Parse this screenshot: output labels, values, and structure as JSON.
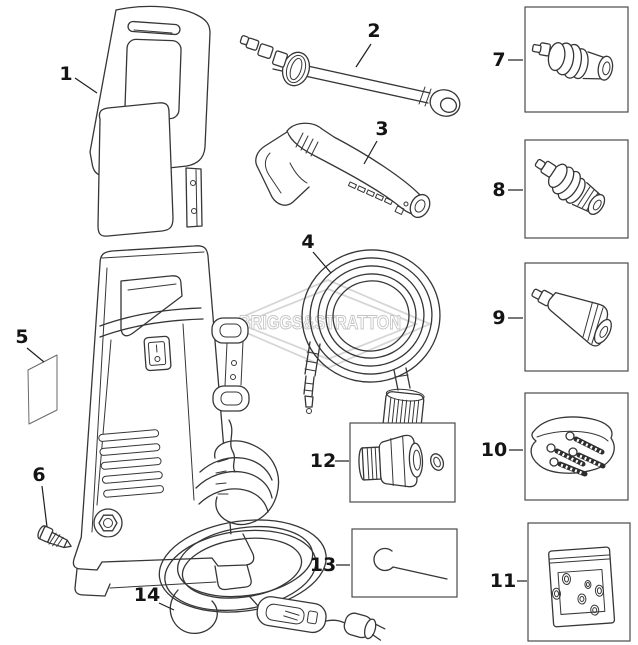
{
  "diagram": {
    "watermark": "BRIGGS&STRATTON",
    "callouts": [
      {
        "num": "1"
      },
      {
        "num": "2"
      },
      {
        "num": "3"
      },
      {
        "num": "4"
      },
      {
        "num": "5"
      },
      {
        "num": "6"
      },
      {
        "num": "7"
      },
      {
        "num": "8"
      },
      {
        "num": "9"
      },
      {
        "num": "10"
      },
      {
        "num": "11"
      },
      {
        "num": "12"
      },
      {
        "num": "13"
      },
      {
        "num": "14"
      }
    ]
  }
}
